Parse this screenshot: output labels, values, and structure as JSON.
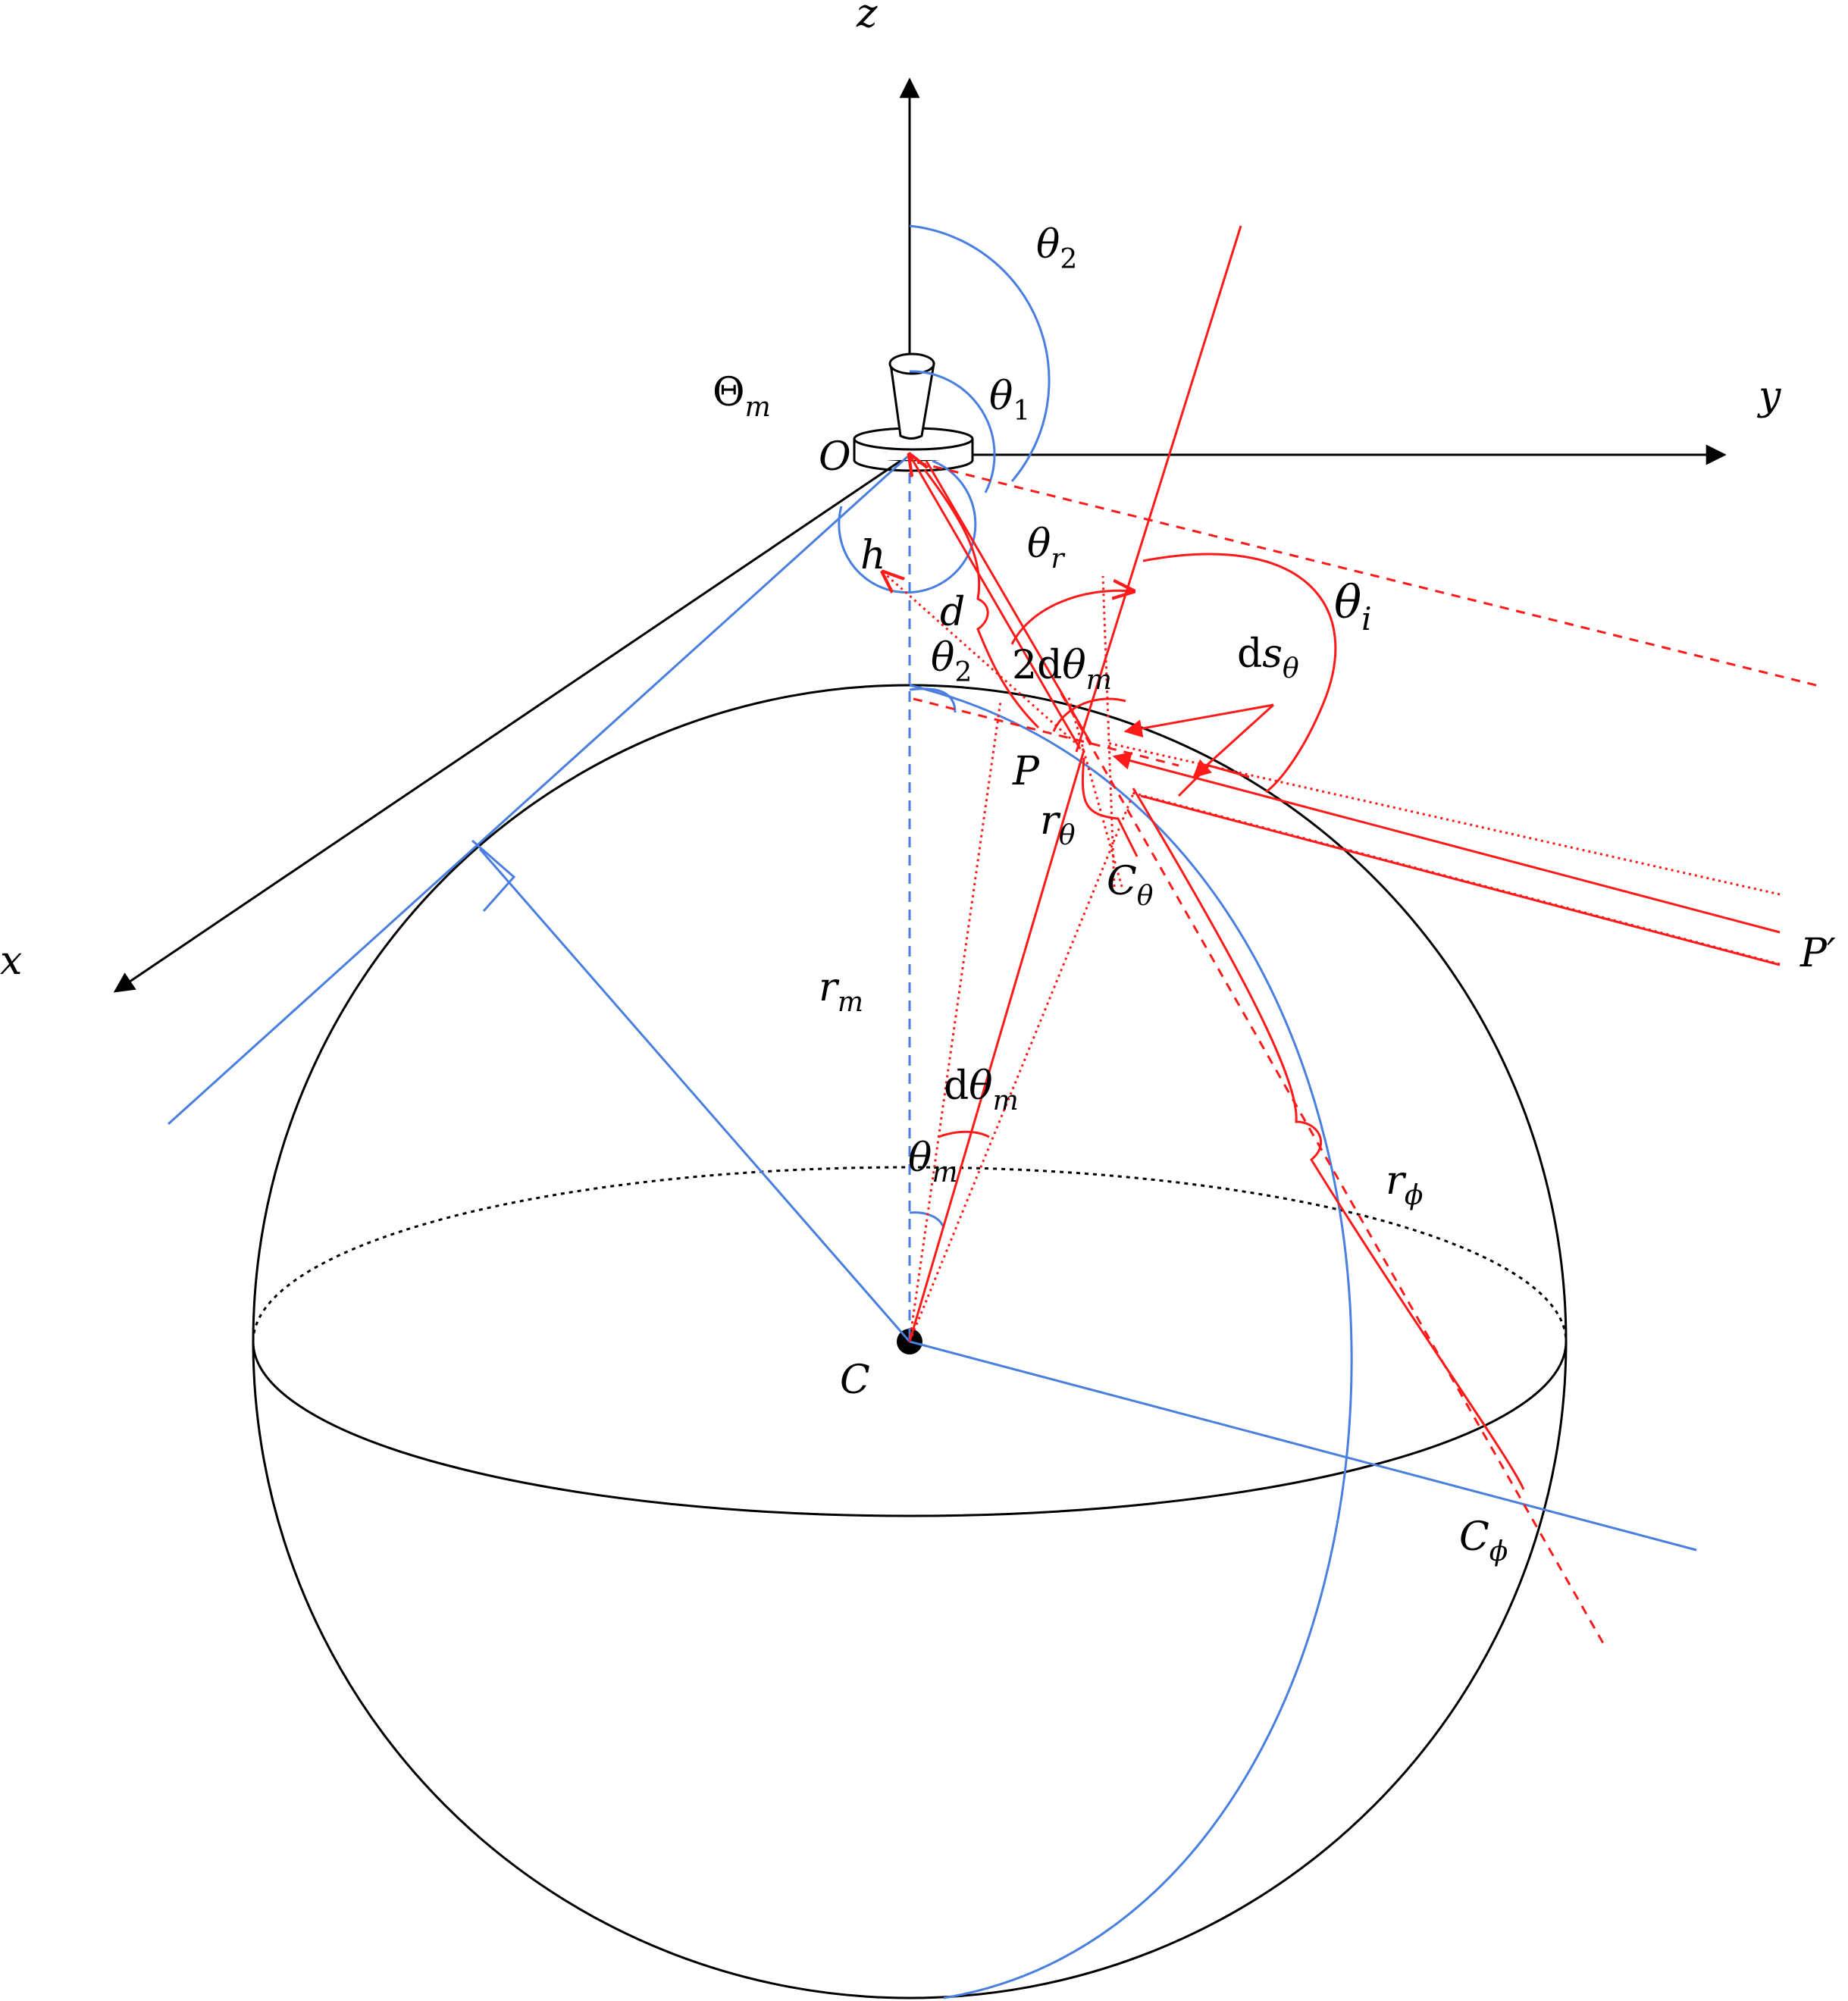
{
  "colors": {
    "black": "#000000",
    "blue": "#4a7fe0",
    "red": "#ff1a1a"
  },
  "labels": {
    "z_axis": "z",
    "y_axis": "y",
    "x_axis": "x",
    "origin": "O",
    "center": "C",
    "h": "h",
    "d": "d",
    "point_p": "P",
    "point_p_prime": "P′",
    "r_m": {
      "main": "r",
      "sub": "m"
    },
    "theta_2_top": {
      "main": "θ",
      "sub": "2"
    },
    "theta_1": {
      "main": "θ",
      "sub": "1"
    },
    "big_theta_m": {
      "main": "Θ",
      "sub": "m"
    },
    "theta_r": {
      "main": "θ",
      "sub": "r"
    },
    "theta_i": {
      "main": "θ",
      "sub": "i"
    },
    "theta_2_mid": {
      "main": "θ",
      "sub": "2"
    },
    "two_d_theta_m": {
      "prefix": "2d",
      "main": "θ",
      "sub": "m"
    },
    "ds_theta": {
      "prefix": "d",
      "main": "s",
      "sub": "θ"
    },
    "r_theta": {
      "main": "r",
      "sub": "θ"
    },
    "c_theta": {
      "main": "C",
      "sub": "θ"
    },
    "d_theta_m": {
      "prefix": "d",
      "main": "θ",
      "sub": "m"
    },
    "theta_m": {
      "main": "θ",
      "sub": "m"
    },
    "r_phi": {
      "main": "r",
      "sub": "ϕ"
    },
    "c_phi": {
      "main": "C",
      "sub": "ϕ"
    }
  }
}
